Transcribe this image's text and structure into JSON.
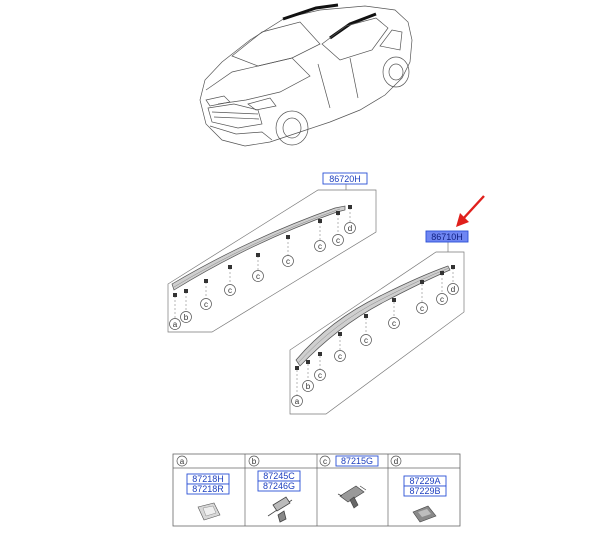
{
  "callouts": {
    "roof_rack_left": "86720H",
    "roof_rack_right": "86710H"
  },
  "clip_letters": {
    "a": "a",
    "b": "b",
    "c": "c",
    "d": "d"
  },
  "parts_table": {
    "columns": [
      {
        "letter": "a",
        "codes": [
          "87218H",
          "87218R"
        ]
      },
      {
        "letter": "b",
        "codes": [
          "87245C",
          "87246G"
        ]
      },
      {
        "letter": "c",
        "codes": [
          "87215G"
        ]
      },
      {
        "letter": "d",
        "codes": [
          "87229A",
          "87229B"
        ]
      }
    ]
  },
  "colors": {
    "highlight_box": "#6f86f2",
    "label_text": "#1d3fbf",
    "pointer_arrow": "#e0201c"
  },
  "icons": [
    "car-illustration",
    "red-pointer-arrow",
    "clip-a-icon",
    "clip-b-icon",
    "clip-c-icon",
    "clip-d-icon"
  ]
}
